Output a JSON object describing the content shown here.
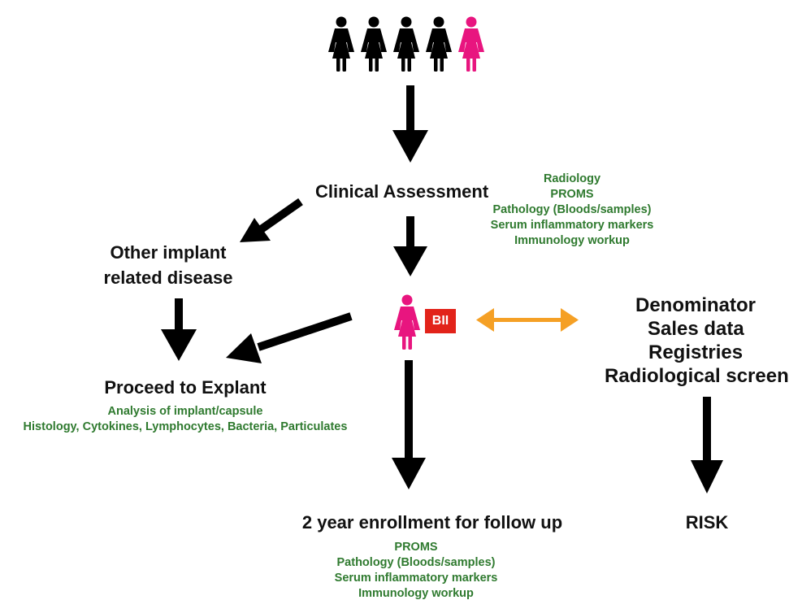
{
  "colors": {
    "arrow": "#000000",
    "figure_default": "#000000",
    "figure_highlight": "#e8157f",
    "double_arrow": "#f5a025",
    "green_text": "#2f7a2f",
    "badge_bg": "#e2231a"
  },
  "population": {
    "figure_count": 5,
    "highlighted_index": 4,
    "icon": "woman-icon"
  },
  "nodes": {
    "clinical_assessment": "Clinical Assessment",
    "other_implant": [
      "Other implant",
      "related disease"
    ],
    "explant": "Proceed to Explant",
    "patient_badge": "BII",
    "denominator": [
      "Denominator",
      "Sales data",
      "Registries",
      "Radiological screen"
    ],
    "enrollment": "2 year enrollment for follow up",
    "risk": "RISK"
  },
  "notes": {
    "assessment_list": [
      "Radiology",
      "PROMS",
      "Pathology (Bloods/samples)",
      "Serum inflammatory markers",
      "Immunology workup"
    ],
    "explant_list": [
      "Analysis of implant/capsule",
      "Histology, Cytokines, Lymphocytes, Bacteria, Particulates"
    ],
    "enrollment_list": [
      "PROMS",
      "Pathology (Bloods/samples)",
      "Serum inflammatory markers",
      "Immunology workup"
    ]
  }
}
